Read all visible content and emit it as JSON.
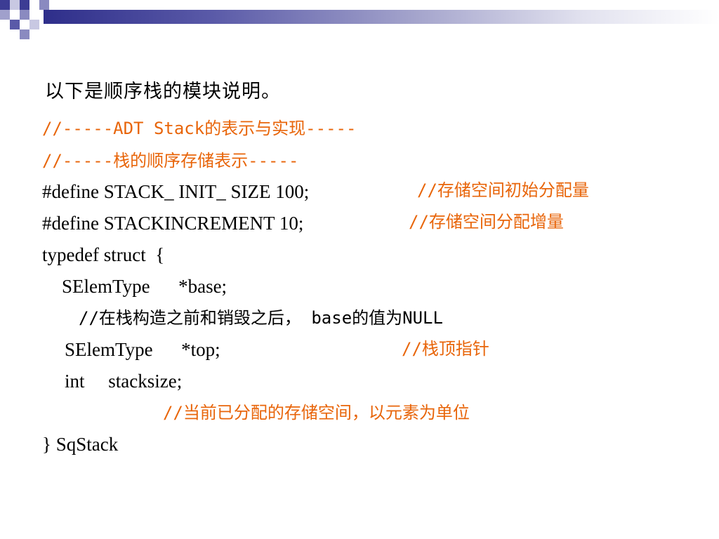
{
  "slide": {
    "intro": "以下是顺序栈的模块说明。",
    "comment_adt": "//-----ADT Stack的表示与实现-----",
    "comment_storage": "//-----栈的顺序存储表示-----",
    "define1_code": "#define STACK_ INIT_ SIZE 100;",
    "define1_comment": "//存储空间初始分配量",
    "define2_code": "#define STACKINCREMENT 10;",
    "define2_comment": "//存储空间分配增量",
    "typedef_line": "typedef struct  {",
    "base_field": "SElemType      *base;",
    "base_comment": "//在栈构造之前和销毁之后， base的值为NULL",
    "top_field": "SElemType      *top;",
    "top_comment": "//栈顶指针",
    "stacksize_field": "int     stacksize;",
    "stacksize_comment": "//当前已分配的存储空间，以元素为单位",
    "closing_line": "} SqStack"
  },
  "colors": {
    "comment": "#e8650a",
    "text": "#000000",
    "header_dark": "#2e2e8a"
  }
}
